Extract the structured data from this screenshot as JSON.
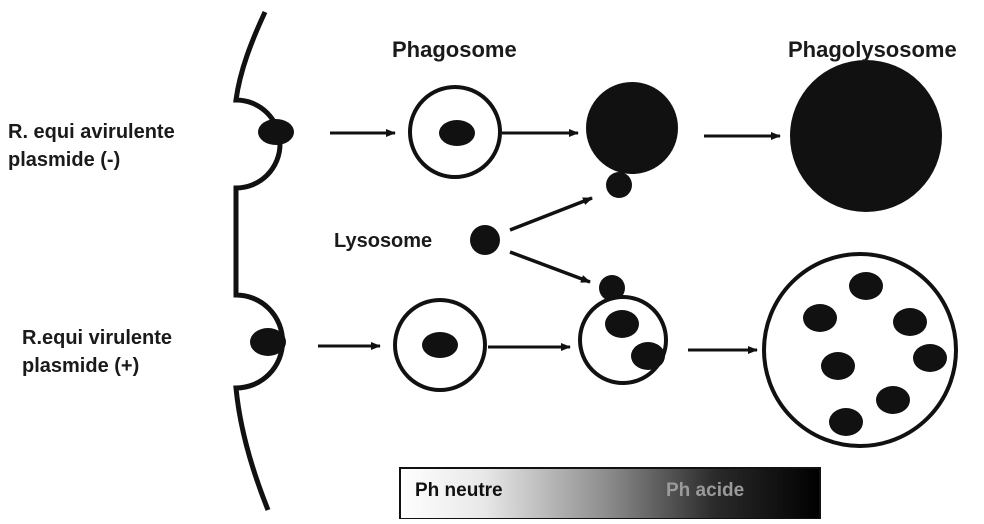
{
  "headers": {
    "phagosome": "Phagosome",
    "phagolysosome": "Phagolysosome"
  },
  "labels": {
    "avirulent_line1": "R. equi avirulente",
    "avirulent_line2": "plasmide (-)",
    "virulent_line1": "R.equi virulente",
    "virulent_line2": "plasmide (+)",
    "lysosome": "Lysosome"
  },
  "ph_bar": {
    "left_label": "Ph neutre",
    "right_label": "Ph acide",
    "color_start": "#ffffff",
    "color_end": "#000000"
  },
  "colors": {
    "ink": "#111111",
    "cell_fill": "#ffffff"
  }
}
